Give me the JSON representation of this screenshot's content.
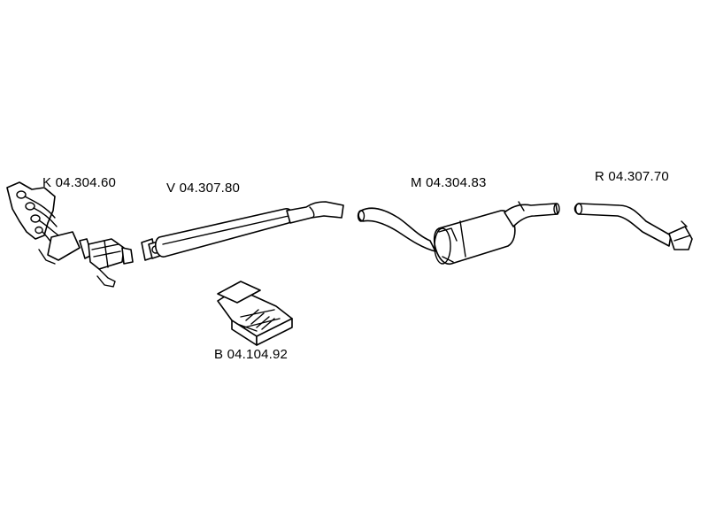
{
  "parts": {
    "manifold": {
      "code": "K 04.304.60",
      "icon": "exhaust-manifold-catalyst"
    },
    "front_silencer": {
      "code": "V 04.307.80",
      "icon": "front-silencer"
    },
    "mounting_kit": {
      "code": "B 04.104.92",
      "icon": "mounting-kit-box"
    },
    "middle_silencer": {
      "code": "M 04.304.83",
      "icon": "middle-silencer"
    },
    "rear_pipe": {
      "code": "R 04.307.70",
      "icon": "rear-tail-pipe"
    }
  },
  "colors": {
    "line": "#000000",
    "background": "#ffffff"
  }
}
